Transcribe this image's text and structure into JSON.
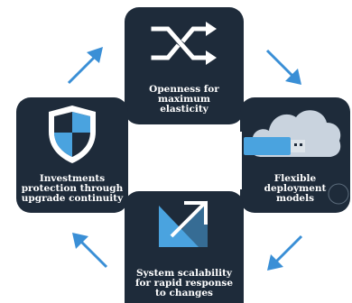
{
  "diagram": {
    "tiles": [
      {
        "id": "top",
        "lines": [
          "Openness for",
          "maximum",
          "elasticity"
        ],
        "icon": "shuffle-icon"
      },
      {
        "id": "right",
        "lines": [
          "Flexible",
          "deployment",
          "models"
        ],
        "icon": "cloud-usb-icon"
      },
      {
        "id": "bottom",
        "lines": [
          "System scalability",
          "for rapid response",
          "to changes"
        ],
        "icon": "scale-up-icon"
      },
      {
        "id": "left",
        "lines": [
          "Investments",
          "protection through",
          "upgrade continuity"
        ],
        "icon": "shield-icon"
      }
    ],
    "colors": {
      "tile": "#1e2b3a",
      "accent": "#4aa3df",
      "arrow": "#3a8fd6",
      "cloud": "#c9d3de"
    }
  }
}
